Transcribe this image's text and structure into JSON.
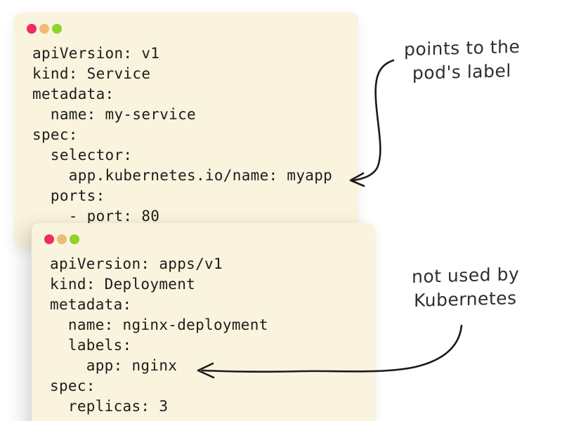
{
  "windows": [
    {
      "name": "service-yaml-window",
      "kind": "Service",
      "code_lines": [
        "apiVersion: v1",
        "kind: Service",
        "metadata:",
        "  name: my-service",
        "spec:",
        "  selector:",
        "    app.kubernetes.io/name: myapp",
        "  ports:",
        "    - port: 80"
      ]
    },
    {
      "name": "deployment-yaml-window",
      "kind": "Deployment",
      "code_lines": [
        "apiVersion: apps/v1",
        "kind: Deployment",
        "metadata:",
        "  name: nginx-deployment",
        "  labels:",
        "    app: nginx",
        "spec:",
        "  replicas: 3"
      ]
    }
  ],
  "annotations": [
    {
      "lines": [
        "points to the",
        "pod's label"
      ],
      "target_text": "app.kubernetes.io/name: myapp"
    },
    {
      "lines": [
        "not used by",
        "Kubernetes"
      ],
      "target_text": "app: nginx"
    }
  ],
  "colors": {
    "page_background": "#ffffff",
    "window_background": "#faf3dd",
    "dot_close": "#ee2d63",
    "dot_minimize": "#f0bb76",
    "dot_zoom": "#8fd32b",
    "code_text": "#1c1c1c",
    "annotation_text": "#2e2e2e",
    "arrow": "#1a1a1a"
  }
}
